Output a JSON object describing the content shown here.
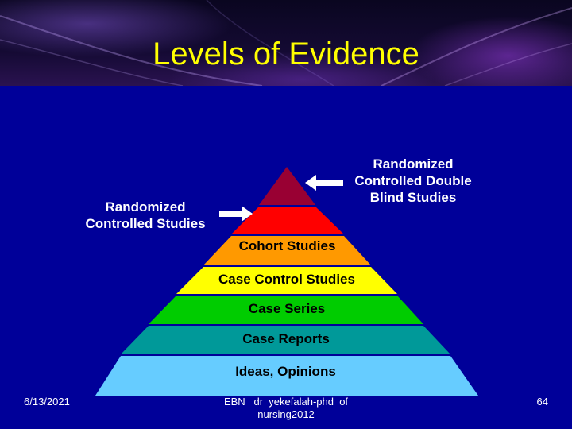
{
  "slide": {
    "title": "Levels of Evidence",
    "colors": {
      "title": "#ffff00",
      "background": "#000099"
    }
  },
  "pyramid": {
    "levels": [
      {
        "label": "",
        "color": "#990033"
      },
      {
        "label": "",
        "color": "#ff0000"
      },
      {
        "label": "Cohort Studies",
        "color": "#ff9900"
      },
      {
        "label": "Case Control Studies",
        "color": "#ffff00"
      },
      {
        "label": "Case Series",
        "color": "#00cc00"
      },
      {
        "label": "Case Reports",
        "color": "#009999"
      },
      {
        "label": "Ideas, Opinions",
        "color": "#66ccff"
      }
    ]
  },
  "callouts": {
    "top": {
      "lines": [
        "Randomized",
        "Controlled Double",
        "Blind Studies"
      ]
    },
    "left": {
      "lines": [
        "Randomized",
        "Controlled Studies"
      ]
    }
  },
  "footer": {
    "date": "6/13/2021",
    "center_lines": [
      "EBN   dr  yekefalah-phd  of",
      "nursing2012"
    ],
    "page_number": "64"
  }
}
